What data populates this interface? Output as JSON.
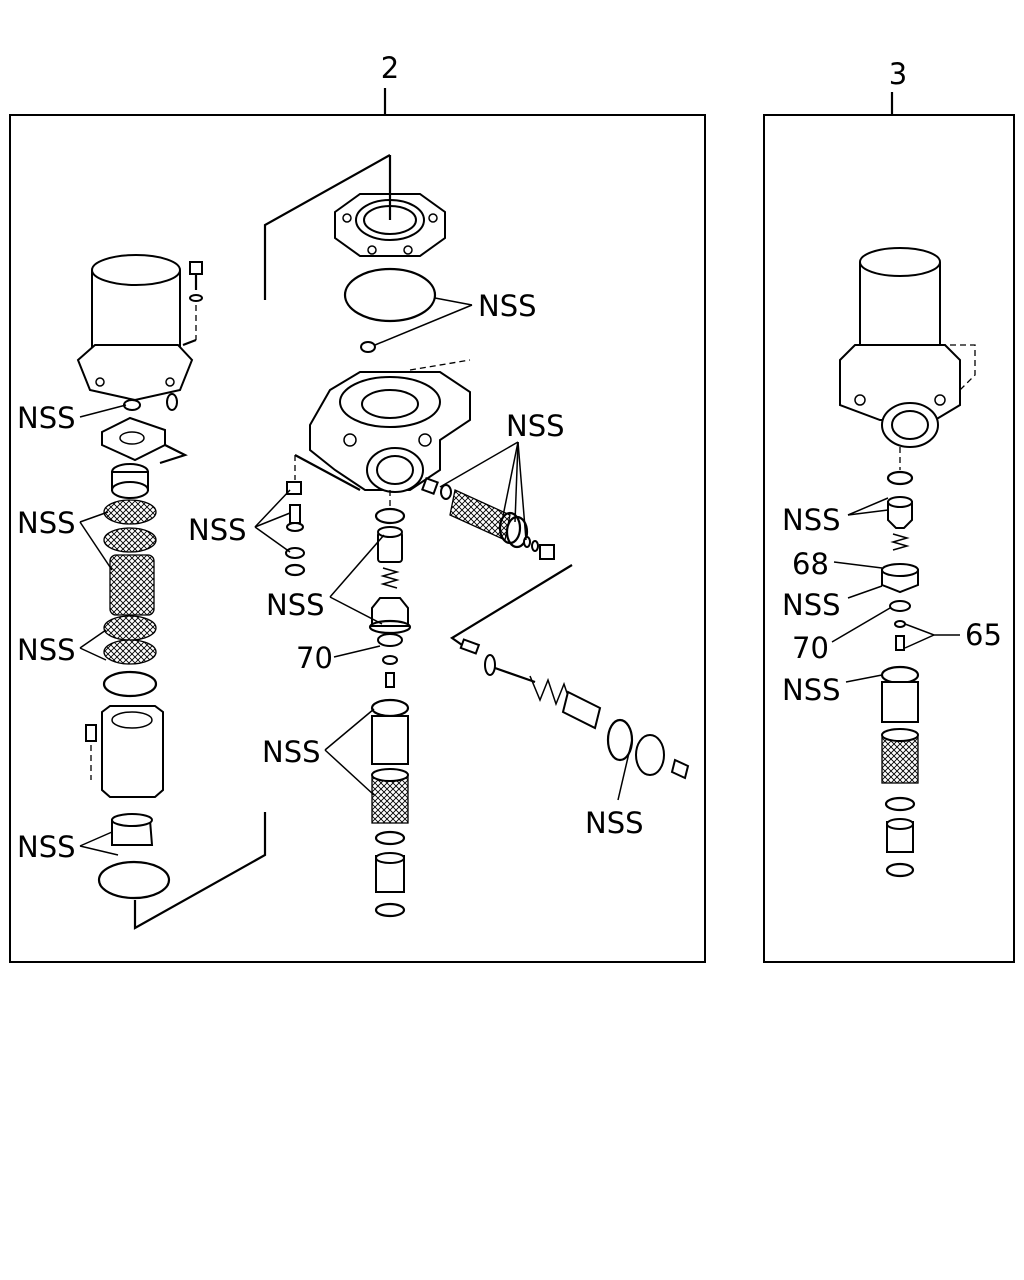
{
  "panels": [
    {
      "id": "group-2",
      "ref": "2"
    },
    {
      "id": "group-3",
      "ref": "3"
    }
  ],
  "callouts": {
    "p2_cover_nss": "NSS",
    "p2_left_top_nss": "NSS",
    "p2_left_mesh_nss": "NSS",
    "p2_left_mid_nss": "NSS",
    "p2_left_bottom_nss": "NSS",
    "p2_center_left_nss": "NSS",
    "p2_center_upper_nss": "NSS",
    "p2_center_70": "70",
    "p2_center_lower_nss": "NSS",
    "p2_right_upper_nss": "NSS",
    "p2_right_lower_nss": "NSS",
    "p3_nss_a": "NSS",
    "p3_68": "68",
    "p3_nss_b": "NSS",
    "p3_70": "70",
    "p3_65": "65",
    "p3_nss_c": "NSS"
  }
}
